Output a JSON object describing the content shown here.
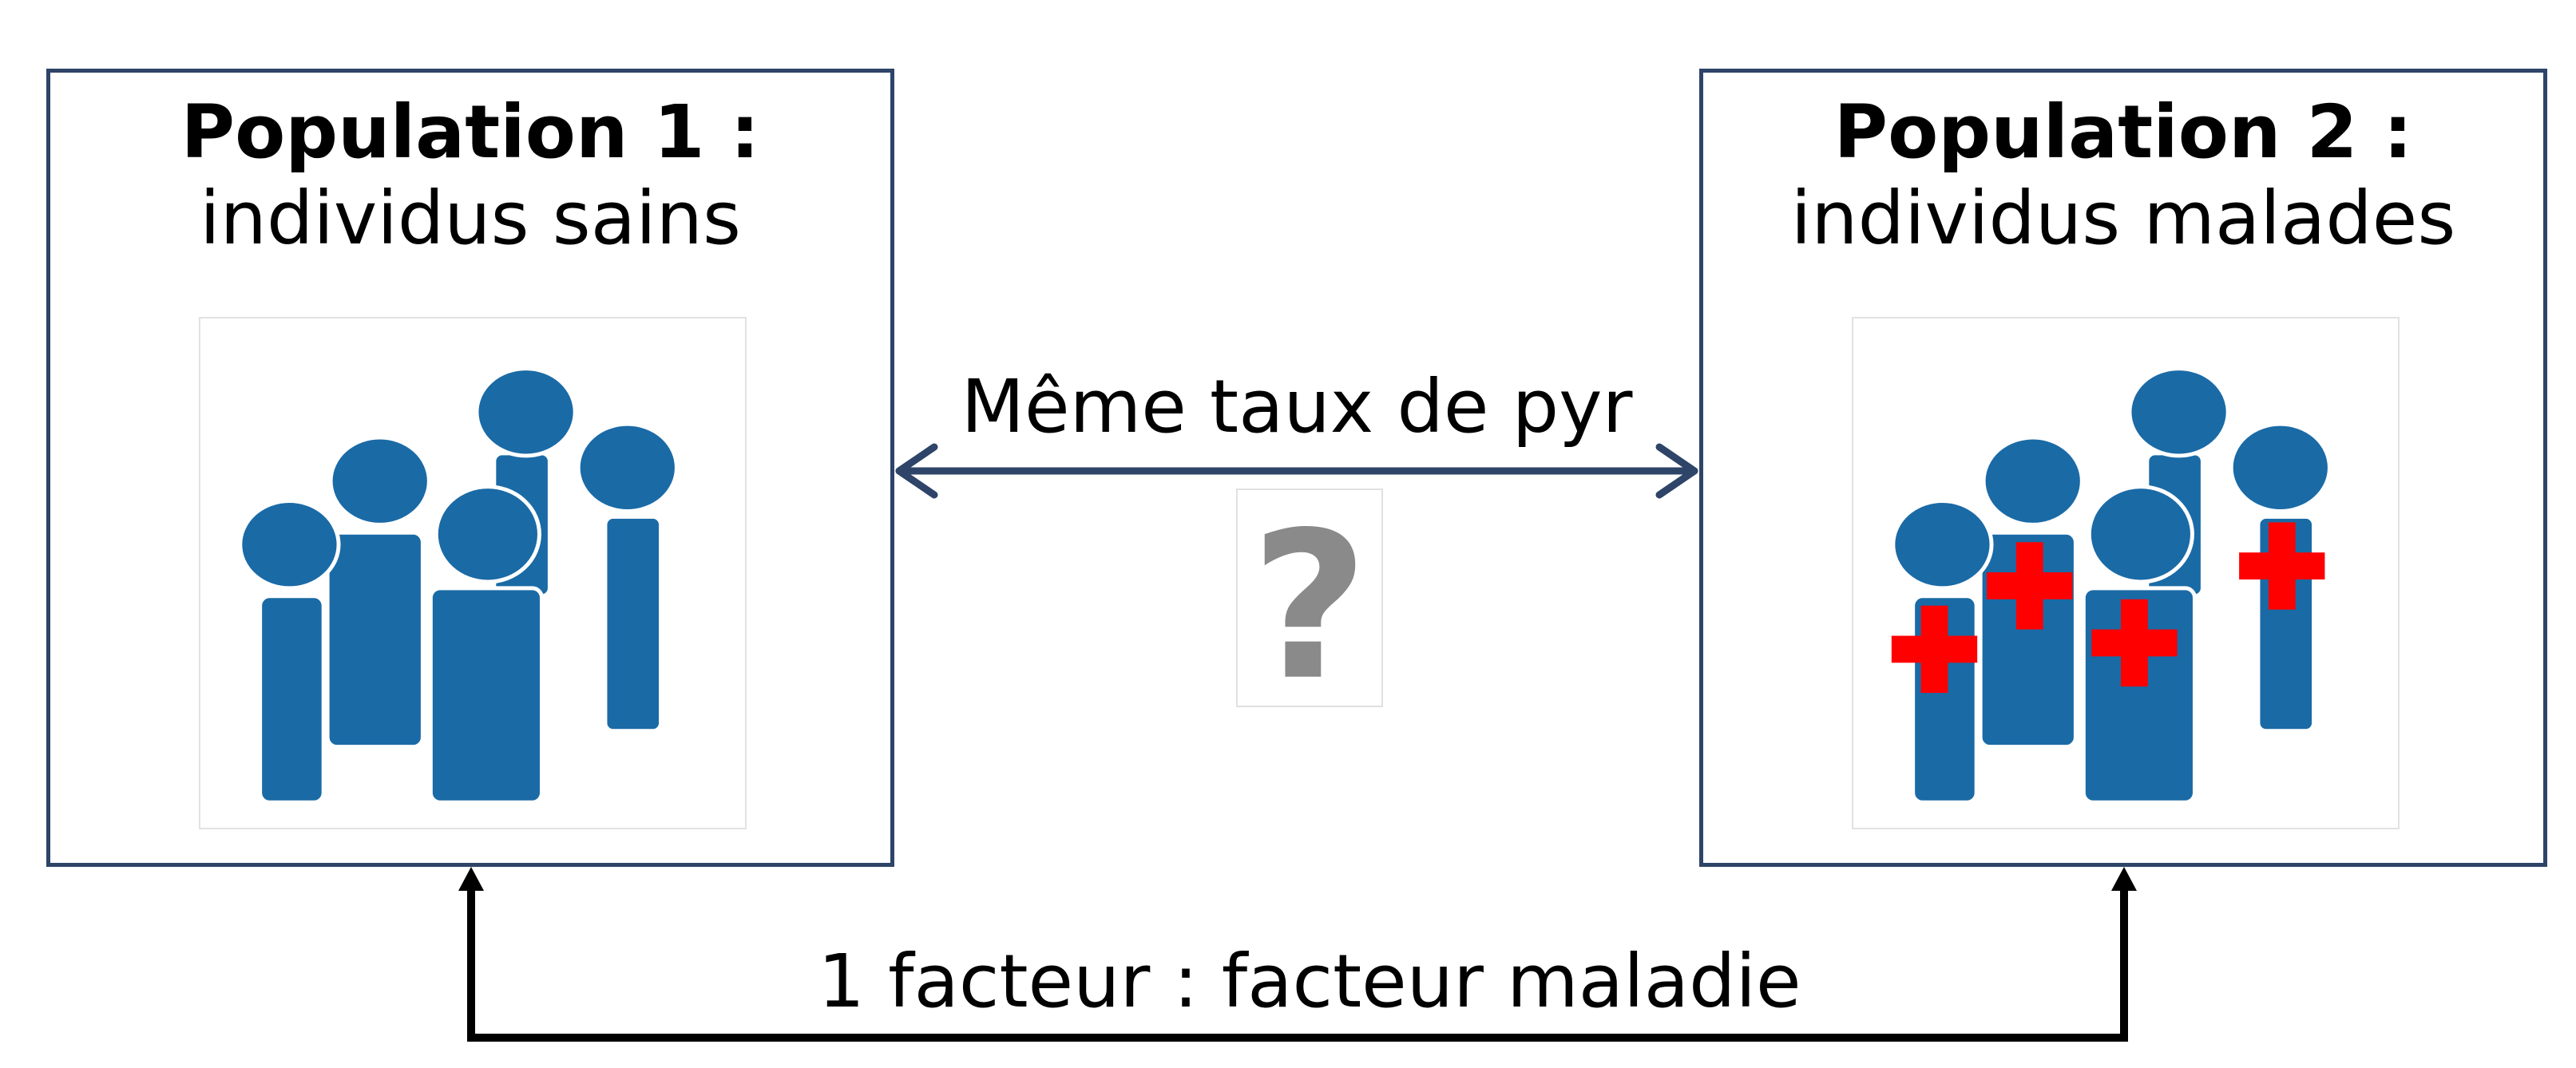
{
  "population_1": {
    "title": "Population 1 :",
    "subtitle": "individus sains"
  },
  "population_2": {
    "title": "Population 2 :",
    "subtitle": "individus malades"
  },
  "comparison_label": "Même taux de pyr",
  "factor_label": "1 facteur : facteur maladie",
  "question_icon": "question-mark-icon",
  "people_icon": "group-of-people-icon",
  "sick_marker_icon": "red-cross-icon",
  "colors": {
    "box_border": "#2e4468",
    "people": "#1a6aa6",
    "cross": "#ff0000",
    "question": "#8a8a8a",
    "factor_arrow": "#000000"
  }
}
